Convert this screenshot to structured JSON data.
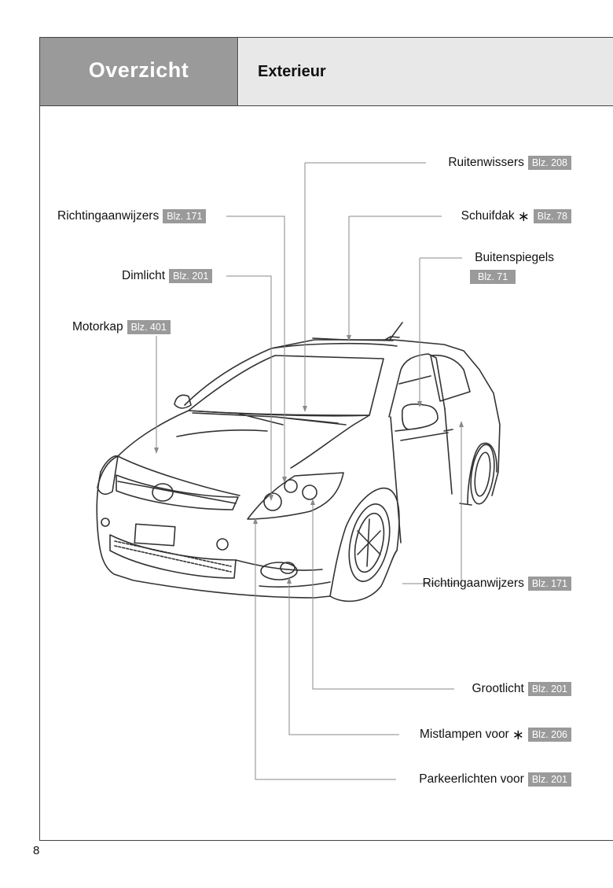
{
  "header": {
    "section": "Overzicht",
    "title": "Exterieur"
  },
  "callouts": [
    {
      "id": "ruitenwissers",
      "label": "Ruitenwissers",
      "ref": "Blz. 208",
      "asterisk": false
    },
    {
      "id": "richting-top",
      "label": "Richtingaanwijzers",
      "ref": "Blz. 171",
      "asterisk": false
    },
    {
      "id": "schuifdak",
      "label": "Schuifdak",
      "ref": "Blz. 78",
      "asterisk": true
    },
    {
      "id": "buitenspiegels",
      "label": "Buitenspiegels",
      "ref": "Blz. 71",
      "asterisk": false
    },
    {
      "id": "dimlicht",
      "label": "Dimlicht",
      "ref": "Blz. 201",
      "asterisk": false
    },
    {
      "id": "motorkap",
      "label": "Motorkap",
      "ref": "Blz. 401",
      "asterisk": false
    },
    {
      "id": "richting-side",
      "label": "Richtingaanwijzers",
      "ref": "Blz. 171",
      "asterisk": false
    },
    {
      "id": "grootlicht",
      "label": "Grootlicht",
      "ref": "Blz. 201",
      "asterisk": false
    },
    {
      "id": "mistlampen",
      "label": "Mistlampen voor",
      "ref": "Blz. 206",
      "asterisk": true
    },
    {
      "id": "parkeerlichten",
      "label": "Parkeerlichten voor",
      "ref": "Blz. 201",
      "asterisk": false
    }
  ],
  "asterisk_symbol": "∗",
  "page_number": "8"
}
